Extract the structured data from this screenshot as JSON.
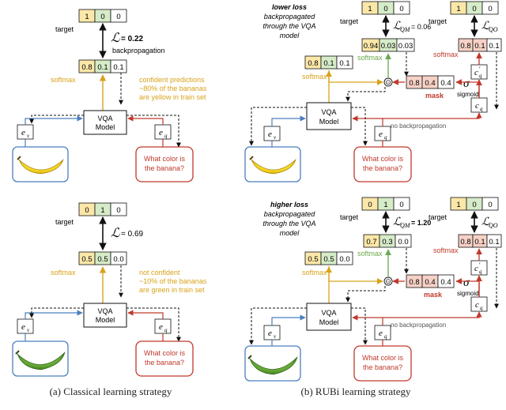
{
  "colors": {
    "yellow": "#d8a31a",
    "green": "#6aa84f",
    "red": "#c0392b",
    "blue": "#4a7fbf",
    "cell_yellow": "#fbe7a8",
    "cell_green": "#d6ebc8",
    "cell_red": "#f6d1c6",
    "black": "#111111",
    "gray": "#555555"
  },
  "common": {
    "target": "target",
    "softmax": "softmax",
    "vqa_line1": "VQA",
    "vqa_line2": "Model",
    "ev": "e",
    "ev_sub": "v",
    "eq": "e",
    "eq_sub": "q",
    "question_line1": "What color is",
    "question_line2": "the banana?",
    "mask": "mask",
    "sigma": "σ",
    "sigmoid": "sigmoid",
    "cq": "c",
    "cq_sub": "q",
    "cqp": "c",
    "cqp_sub": "q",
    "cqp_prime": "′",
    "no_backprop": "no backpropagation",
    "backprop": "backpropagation",
    "odot": "⊙",
    "L": "ℒ",
    "LQM_sub": "QM",
    "LQO_sub": "QO"
  },
  "classical": {
    "caption": "(a) Classical learning strategy",
    "top": {
      "target": [
        "1",
        "0",
        "0"
      ],
      "pred": [
        "0.8",
        "0.1",
        "0.1"
      ],
      "loss": "= 0.22",
      "note_line1": "confident predictions",
      "note_line2": "~80% of the bananas",
      "note_line3": "are yellow in train set"
    },
    "bottom": {
      "target": [
        "0",
        "1",
        "0"
      ],
      "pred": [
        "0.5",
        "0.5",
        "0.0"
      ],
      "loss": "= 0.69",
      "note_line1": "not confident",
      "note_line2": "~10% of the bananas",
      "note_line3": "are green in train set"
    }
  },
  "rubi": {
    "caption": "(b) RUBi learning strategy",
    "top": {
      "headline1": "lower loss",
      "headline2": "backpropagated",
      "headline3": "through the VQA",
      "headline4": "model",
      "target_qm": [
        "1",
        "0",
        "0"
      ],
      "pred_qm": [
        "0.94",
        "0.03",
        "0.03"
      ],
      "loss_qm": "= 0.06",
      "pred": [
        "0.8",
        "0.1",
        "0.1"
      ],
      "mask": [
        "0.8",
        "0.4",
        "0.4"
      ],
      "target_qo": [
        "1",
        "0",
        "0"
      ],
      "pred_qo": [
        "0.8",
        "0.1",
        "0.1"
      ]
    },
    "bottom": {
      "headline1": "higher loss",
      "headline2": "backpropagated",
      "headline3": "through the VQA",
      "headline4": "model",
      "target_qm": [
        "0",
        "1",
        "0"
      ],
      "pred_qm": [
        "0.7",
        "0.3",
        "0.0"
      ],
      "loss_qm": "= 1.20",
      "pred": [
        "0.5",
        "0.5",
        "0.0"
      ],
      "mask": [
        "0.8",
        "0.4",
        "0.4"
      ],
      "target_qo": [
        "1",
        "0",
        "0"
      ],
      "pred_qo": [
        "0.8",
        "0.1",
        "0.1"
      ]
    }
  }
}
